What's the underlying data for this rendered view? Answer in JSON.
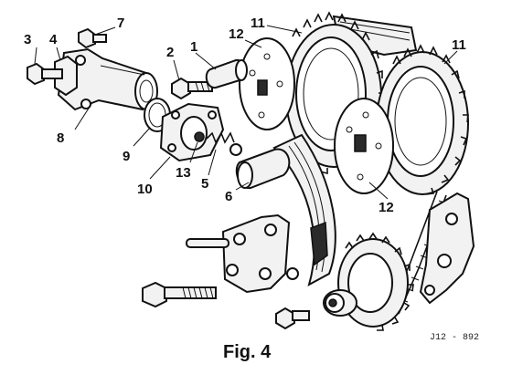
{
  "figure": {
    "caption": "Fig. 4",
    "reference_code": "J12 - 892"
  },
  "callouts": [
    {
      "id": "c3",
      "text": "3"
    },
    {
      "id": "c4",
      "text": "4"
    },
    {
      "id": "c7",
      "text": "7"
    },
    {
      "id": "c2",
      "text": "2"
    },
    {
      "id": "c1",
      "text": "1"
    },
    {
      "id": "c12a",
      "text": "12"
    },
    {
      "id": "c11a",
      "text": "11"
    },
    {
      "id": "c11b",
      "text": "11"
    },
    {
      "id": "c8",
      "text": "8"
    },
    {
      "id": "c9",
      "text": "9"
    },
    {
      "id": "c10",
      "text": "10"
    },
    {
      "id": "c13",
      "text": "13"
    },
    {
      "id": "c5",
      "text": "5"
    },
    {
      "id": "c6",
      "text": "6"
    },
    {
      "id": "c12b",
      "text": "12"
    }
  ],
  "colors": {
    "ink": "#111111",
    "paper": "#ffffff"
  }
}
